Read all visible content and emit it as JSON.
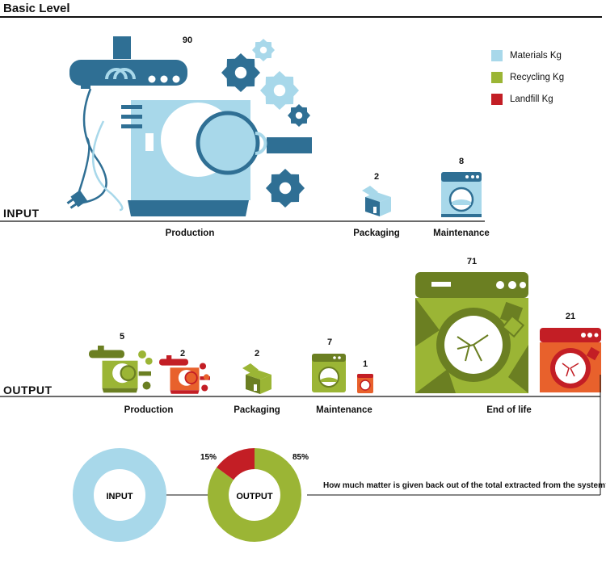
{
  "title": "Basic Level",
  "legend": [
    {
      "label": "Materials Kg",
      "color": "#a8d8ea"
    },
    {
      "label": "Recycling Kg",
      "color": "#9bb535"
    },
    {
      "label": "Landfill Kg",
      "color": "#c31e25"
    }
  ],
  "question": "How much matter is given back out of the total extracted from the system?",
  "colors": {
    "blue_dark": "#2f6f94",
    "blue_light": "#a8d8ea",
    "green": "#9bb535",
    "green_dark": "#6b7f22",
    "red": "#c31e25",
    "orange": "#e8612c"
  },
  "chart_data": [
    {
      "type": "bar",
      "section": "INPUT",
      "series": [
        {
          "name": "Materials Kg",
          "values": [
            90,
            2,
            8
          ]
        }
      ],
      "categories": [
        "Production",
        "Packaging",
        "Maintenance"
      ],
      "value_labels": [
        "90",
        "2",
        "8"
      ]
    },
    {
      "type": "bar",
      "section": "OUTPUT",
      "categories": [
        "Production",
        "Packaging",
        "Maintenance",
        "End of life"
      ],
      "series": [
        {
          "name": "Recycling Kg",
          "values": [
            5,
            2,
            7,
            71
          ]
        },
        {
          "name": "Landfill Kg",
          "values": [
            2,
            0,
            1,
            21
          ]
        }
      ],
      "value_labels": [
        "5",
        "2",
        "2",
        "7",
        "1",
        "71",
        "21"
      ]
    },
    {
      "type": "pie",
      "donuts": [
        {
          "label": "INPUT",
          "values": [
            100
          ],
          "colors": [
            "#a8d8ea"
          ]
        },
        {
          "label": "OUTPUT",
          "values": [
            85,
            15
          ],
          "labels": [
            "85%",
            "15%"
          ],
          "colors": [
            "#9bb535",
            "#c31e25"
          ]
        }
      ]
    }
  ]
}
